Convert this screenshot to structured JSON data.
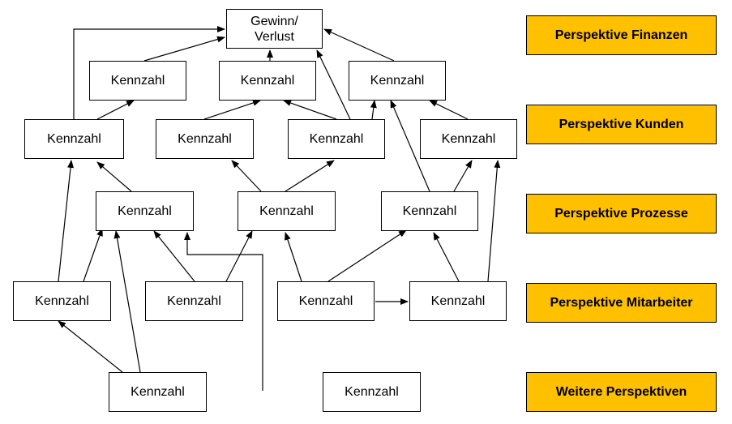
{
  "colors": {
    "perspective_fill": "#FFC000",
    "line": "#000000",
    "box_fill": "#FFFFFF"
  },
  "perspectives": [
    "Perspektive Finanzen",
    "Perspektive Kunden",
    "Perspektive Prozesse",
    "Perspektive Mitarbeiter",
    "Weitere Perspektiven"
  ],
  "nodes": {
    "root": "Gewinn/\nVerlust",
    "f1": "Kennzahl",
    "f2": "Kennzahl",
    "f3": "Kennzahl",
    "k1": "Kennzahl",
    "k2": "Kennzahl",
    "k3": "Kennzahl",
    "k4": "Kennzahl",
    "p1": "Kennzahl",
    "p2": "Kennzahl",
    "p3": "Kennzahl",
    "m1": "Kennzahl",
    "m2": "Kennzahl",
    "m3": "Kennzahl",
    "m4": "Kennzahl",
    "w1": "Kennzahl",
    "w2": "Kennzahl"
  }
}
